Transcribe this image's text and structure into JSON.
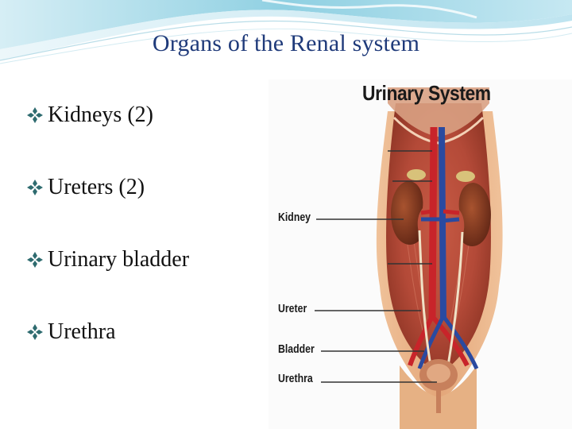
{
  "slide": {
    "title": "Organs of the Renal system",
    "bullets": [
      {
        "label": "Kidneys (2)",
        "icon": "diamond-bullet-icon"
      },
      {
        "label": "Ureters (2)",
        "icon": "diamond-bullet-icon"
      },
      {
        "label": "Urinary bladder",
        "icon": "diamond-bullet-icon"
      },
      {
        "label": "Urethra",
        "icon": "diamond-bullet-icon"
      }
    ]
  },
  "figure": {
    "title": "Urinary System",
    "labels": {
      "kidney": "Kidney",
      "ureter": "Ureter",
      "bladder": "Bladder",
      "urethra": "Urethra"
    }
  },
  "colors": {
    "title": "#1f3a7a",
    "bullet_icon": "#2e6b6f",
    "header_wave": "#9ad4e4",
    "skin": "#e9b68a",
    "kidney": "#8a3a22",
    "artery": "#c8242a",
    "vein": "#2a4aa0"
  }
}
